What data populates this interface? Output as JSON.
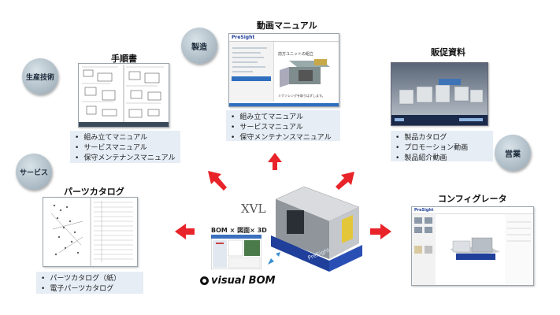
{
  "departments": {
    "manufacturing": "製造",
    "production_engineering": "生産技術",
    "service": "サービス",
    "sales": "営業"
  },
  "sections": {
    "procedure": {
      "title": "手順書"
    },
    "video": {
      "title": "動画マニュアル",
      "items": [
        "組み立てマニュアル",
        "サービスマニュアル",
        "保守メンテナンスマニュアル"
      ]
    },
    "promo": {
      "title": "販促資料",
      "items": [
        "製品カタログ",
        "プロモーション動画",
        "製品紹介動画"
      ]
    },
    "procedure_list": {
      "items": [
        "組み立てマニュアル",
        "サービスマニュアル",
        "保守メンテナンスマニュアル"
      ]
    },
    "parts": {
      "title": "パーツカタログ",
      "items": [
        "パーツカタログ（紙）",
        "電子パーツカタログ"
      ]
    },
    "config": {
      "title": "コンフィグレータ"
    }
  },
  "center": {
    "xvl": "XVL",
    "bom_label": "BOM × 図面× 3D",
    "logo": "visual BOM",
    "machine_brand": "PreSight"
  },
  "video_thumb": {
    "header": "PreSight",
    "step": "前方ユニットの組立",
    "caption": "ミクソシングを取りはずします。"
  },
  "config_thumb": {
    "header": "PreSight"
  },
  "colors": {
    "arrow": "#e8242a",
    "list_bg": "#e6edf5",
    "machine_blue": "#1f3f9a"
  }
}
